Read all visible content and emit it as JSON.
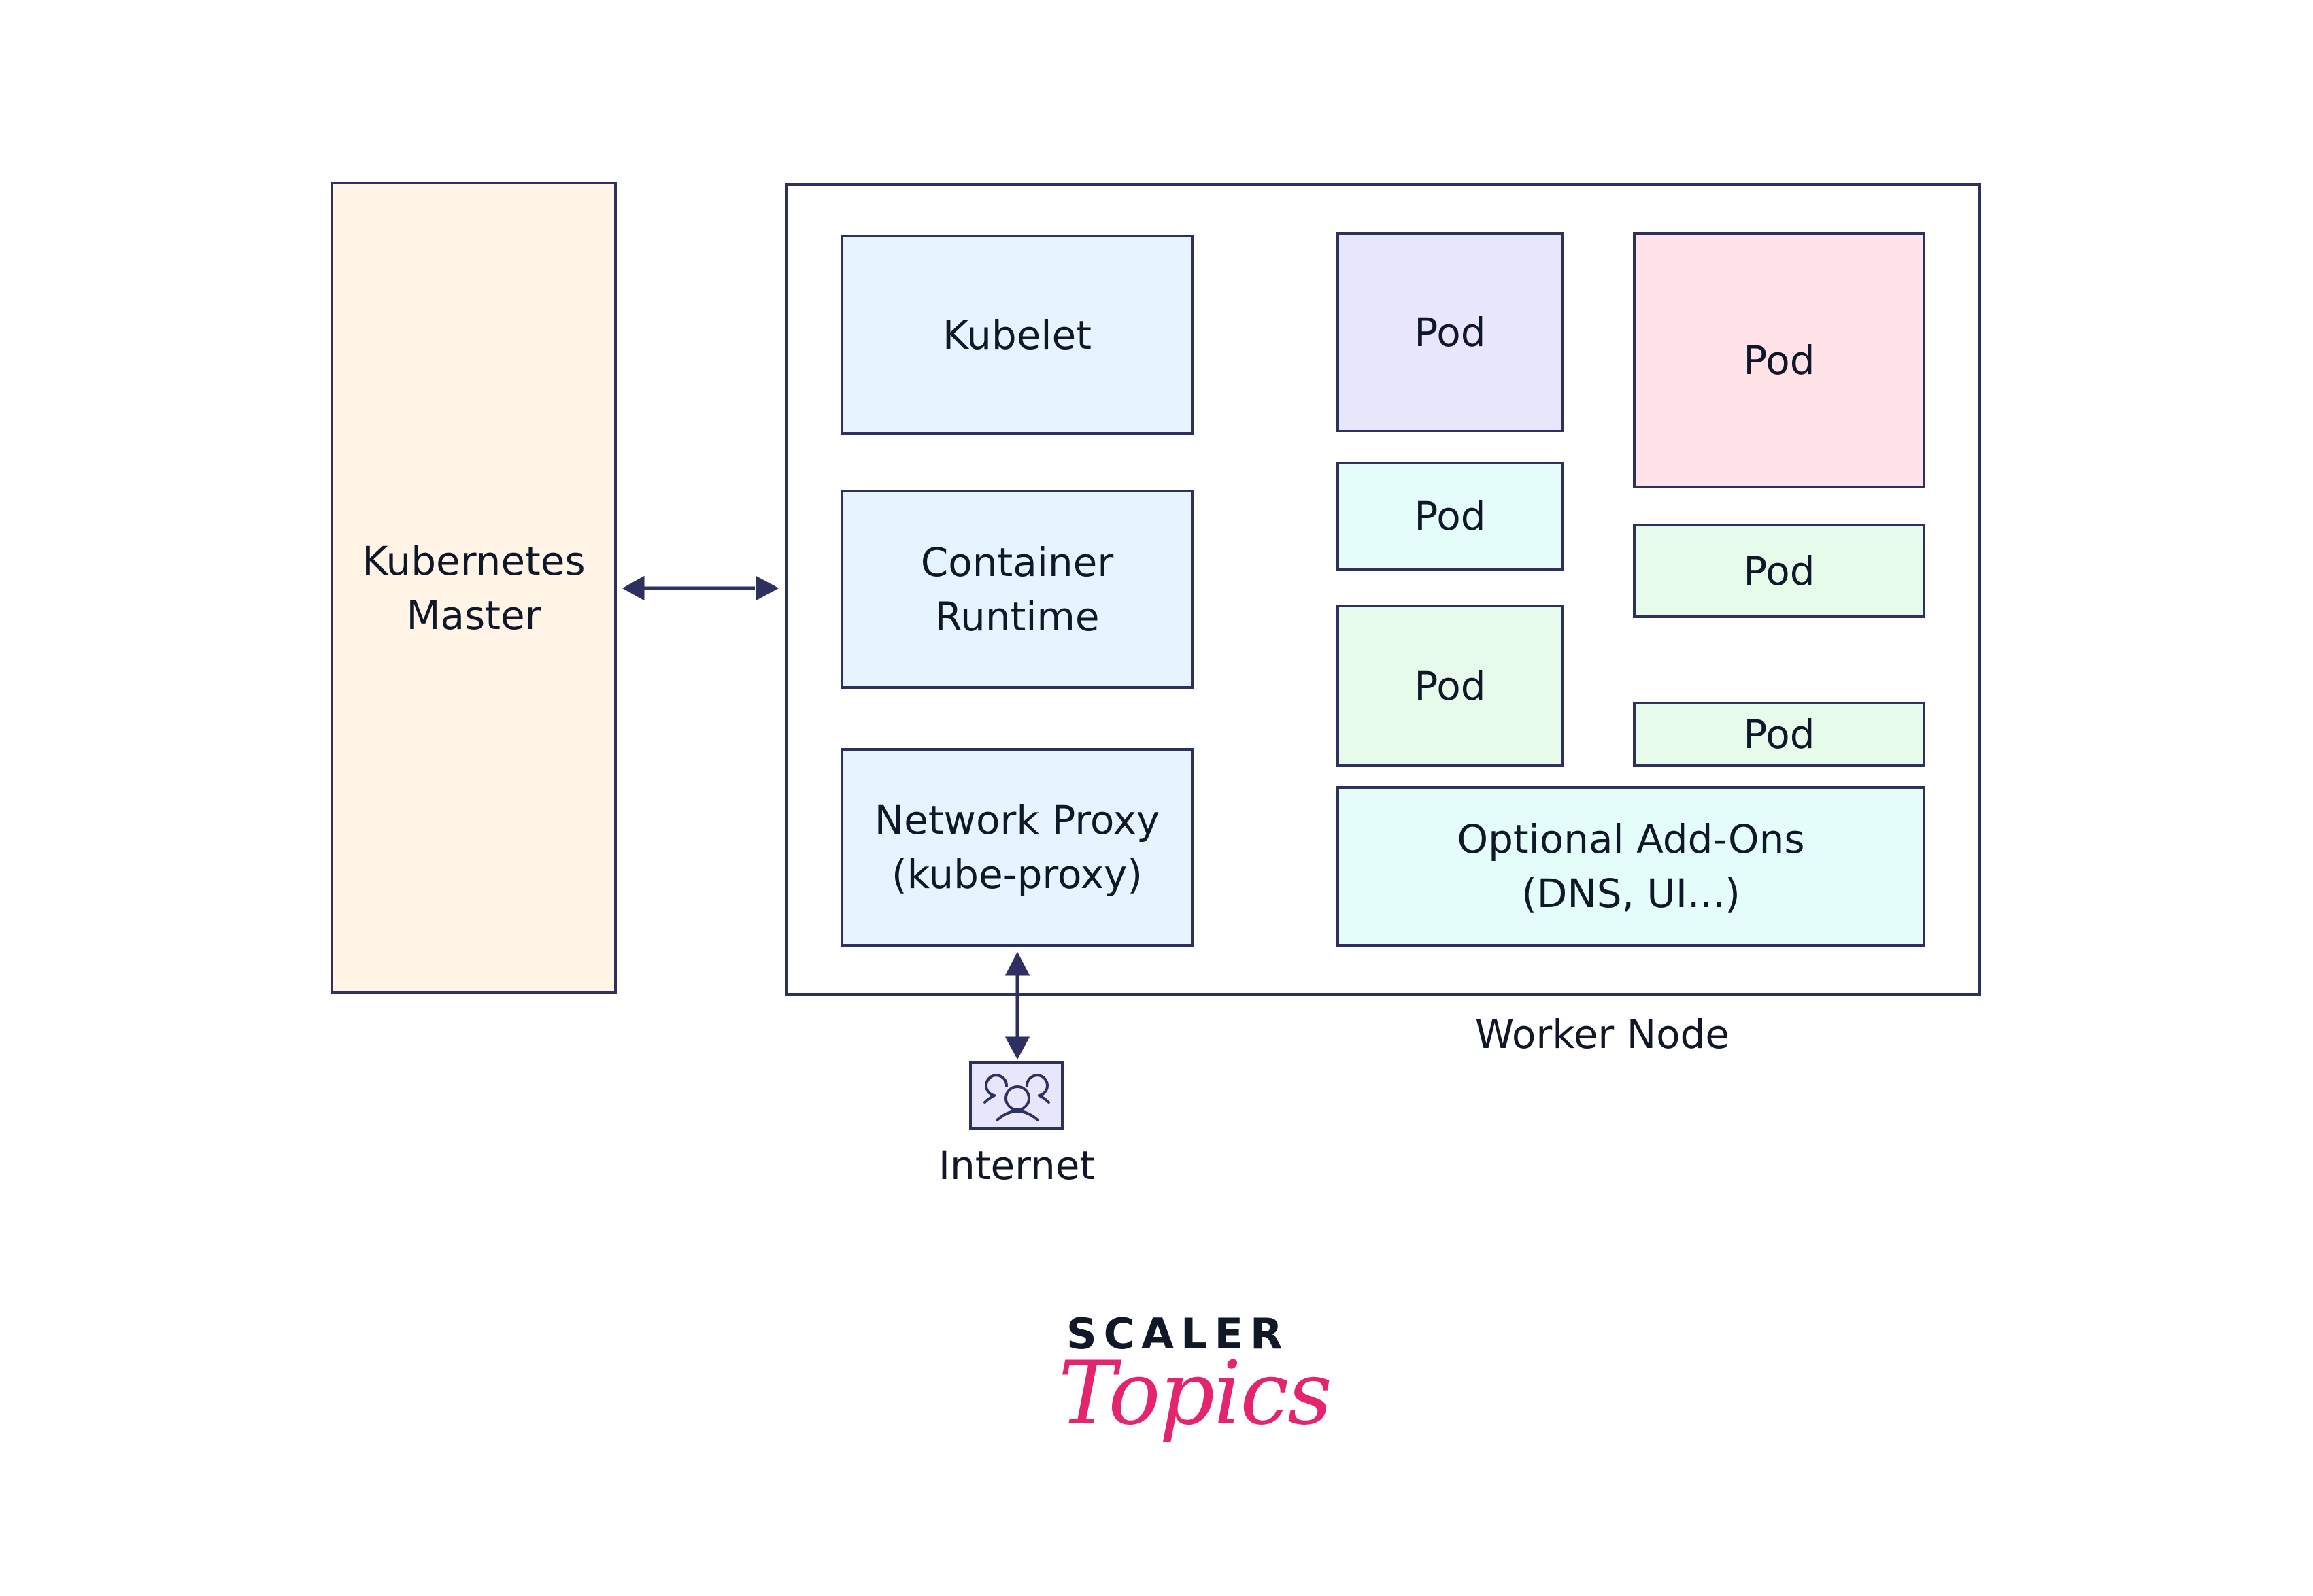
{
  "diagram": {
    "master": {
      "label": "Kubernetes\nMaster",
      "fill": "#fff4e6"
    },
    "worker_node": {
      "label": "Worker Node",
      "components": [
        {
          "id": "kubelet",
          "label": "Kubelet",
          "fill": "#e6f4ff"
        },
        {
          "id": "container-runtime",
          "label": "Container\nRuntime",
          "fill": "#e6f4ff"
        },
        {
          "id": "network-proxy",
          "label": "Network Proxy\n(kube-proxy)",
          "fill": "#e6f4ff"
        }
      ],
      "pods": [
        {
          "label": "Pod",
          "fill": "#e8e6fd"
        },
        {
          "label": "Pod",
          "fill": "#e4fdfa"
        },
        {
          "label": "Pod",
          "fill": "#e6fbea"
        },
        {
          "label": "Pod",
          "fill": "#ffe3e8"
        },
        {
          "label": "Pod",
          "fill": "#e6fbea"
        },
        {
          "label": "Pod",
          "fill": "#e6fbea"
        }
      ],
      "addons": {
        "label": "Optional Add-Ons\n(DNS, UI...)",
        "fill": "#e4fdfa"
      }
    },
    "internet": {
      "label": "Internet",
      "icon": "users-group-icon",
      "fill": "#e8e6fd"
    },
    "edges": [
      {
        "from": "master",
        "to": "worker_node",
        "type": "bidirectional"
      },
      {
        "from": "network-proxy",
        "to": "internet",
        "type": "bidirectional"
      }
    ],
    "stroke_color": "#2e3160"
  },
  "logo": {
    "line1": "SCALER",
    "line2": "Topics",
    "accent": "#e5246f"
  }
}
